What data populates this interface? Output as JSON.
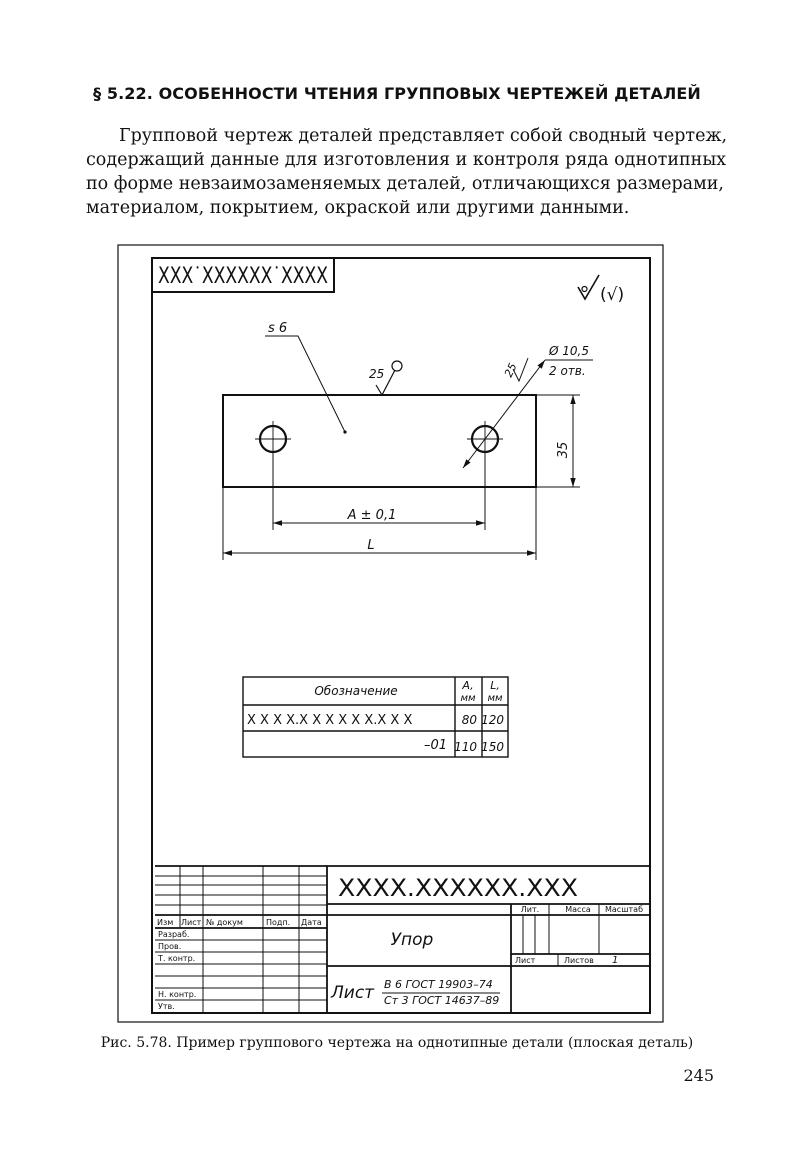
{
  "heading": "§ 5.22. ОСОБЕННОСТИ ЧТЕНИЯ ГРУППОВЫХ ЧЕРТЕЖЕЙ ДЕТАЛЕЙ",
  "paragraph": {
    "line1": "Групповой чертеж деталей представляет собой сводный чертеж,",
    "line2": "содержащий данные для изготовления и контроля ряда однотипных",
    "line3": "по форме невзаимозаменяемых деталей, отличающихся размерами,",
    "line4": "материалом, покрытием, окраской или другими данными."
  },
  "drawing": {
    "designation_box": "XXX˙XXXXXX˙XXXX",
    "roughness_general": "(√)",
    "thickness": "s 6",
    "roughness_top": "25",
    "roughness_hole": "25",
    "hole_diameter": "Ø 10,5",
    "hole_count": "2 отв.",
    "height_dim": "35",
    "dim_a": "A ± 0,1",
    "dim_l": "L"
  },
  "table": {
    "headers": {
      "designation": "Обозначение",
      "a_line1": "A,",
      "a_line2": "мм",
      "l_line1": "L,",
      "l_line2": "мм"
    },
    "rows": [
      {
        "designation": "X X X X.X X X X X X.X X X",
        "a": "80",
        "l": "120"
      },
      {
        "designation": "–01",
        "a": "110",
        "l": "150"
      }
    ]
  },
  "title_block": {
    "designation": "XXXX.XXXXXX.XXX",
    "name": "Упор",
    "col_izm": "Изм",
    "col_list": "Лист",
    "col_docnum": "№ докум",
    "col_podp": "Подп.",
    "col_data": "Дата",
    "row_razrab": "Разраб.",
    "row_prov": "Пров.",
    "row_tkontr": "Т. контр.",
    "row_nkontr": "Н. контр.",
    "row_utv": "Утв.",
    "material_prefix": "Лист",
    "material_top": "В 6 ГОСТ 19903–74",
    "material_bottom": "Ст 3 ГОСТ 14637–89",
    "lit": "Лит.",
    "massa": "Масса",
    "masshtab": "Масштаб",
    "list": "Лист",
    "listov": "Листов",
    "listov_value": "1"
  },
  "caption": "Рис. 5.78. Пример группового чертежа на однотипные детали (плоская деталь)",
  "page_number": "245"
}
